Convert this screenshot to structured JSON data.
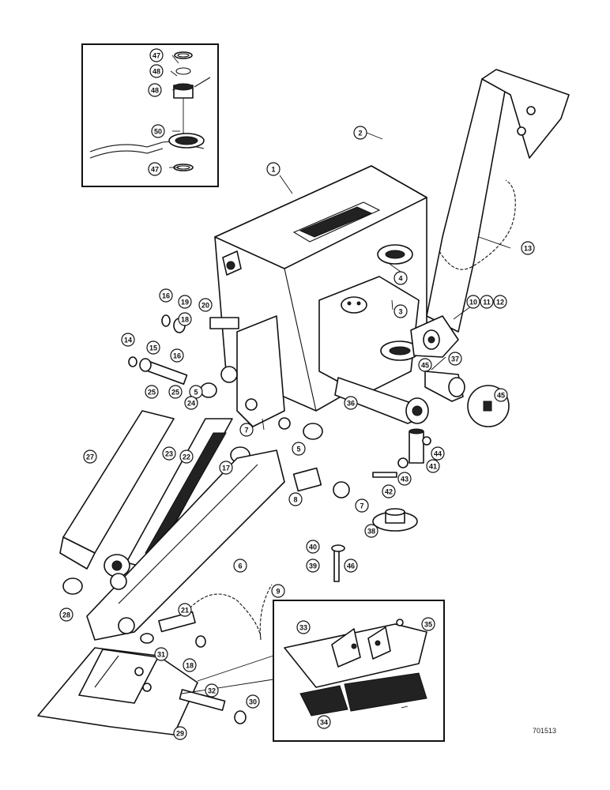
{
  "figure_code": "701513",
  "callouts": [
    {
      "id": "c1",
      "label": "1"
    },
    {
      "id": "c2",
      "label": "2"
    },
    {
      "id": "c3",
      "label": "3"
    },
    {
      "id": "c4",
      "label": "4"
    },
    {
      "id": "c5a",
      "label": "5"
    },
    {
      "id": "c5b",
      "label": "5"
    },
    {
      "id": "c6",
      "label": "6"
    },
    {
      "id": "c7a",
      "label": "7"
    },
    {
      "id": "c7b",
      "label": "7"
    },
    {
      "id": "c8",
      "label": "8"
    },
    {
      "id": "c9",
      "label": "9"
    },
    {
      "id": "c10",
      "label": "10"
    },
    {
      "id": "c11",
      "label": "11"
    },
    {
      "id": "c12",
      "label": "12"
    },
    {
      "id": "c13",
      "label": "13"
    },
    {
      "id": "c14",
      "label": "14"
    },
    {
      "id": "c15",
      "label": "15"
    },
    {
      "id": "c16a",
      "label": "16"
    },
    {
      "id": "c16b",
      "label": "16"
    },
    {
      "id": "c17",
      "label": "17"
    },
    {
      "id": "c18a",
      "label": "18"
    },
    {
      "id": "c18b",
      "label": "18"
    },
    {
      "id": "c19",
      "label": "19"
    },
    {
      "id": "c20",
      "label": "20"
    },
    {
      "id": "c21",
      "label": "21"
    },
    {
      "id": "c22",
      "label": "22"
    },
    {
      "id": "c23",
      "label": "23"
    },
    {
      "id": "c24",
      "label": "24"
    },
    {
      "id": "c25a",
      "label": "25"
    },
    {
      "id": "c25b",
      "label": "25"
    },
    {
      "id": "c27",
      "label": "27"
    },
    {
      "id": "c28",
      "label": "28"
    },
    {
      "id": "c29",
      "label": "29"
    },
    {
      "id": "c30",
      "label": "30"
    },
    {
      "id": "c31",
      "label": "31"
    },
    {
      "id": "c32",
      "label": "32"
    },
    {
      "id": "c33",
      "label": "33"
    },
    {
      "id": "c34",
      "label": "34"
    },
    {
      "id": "c35",
      "label": "35"
    },
    {
      "id": "c36",
      "label": "36"
    },
    {
      "id": "c37",
      "label": "37"
    },
    {
      "id": "c38",
      "label": "38"
    },
    {
      "id": "c39",
      "label": "39"
    },
    {
      "id": "c40",
      "label": "40"
    },
    {
      "id": "c41",
      "label": "41"
    },
    {
      "id": "c42",
      "label": "42"
    },
    {
      "id": "c43",
      "label": "43"
    },
    {
      "id": "c44",
      "label": "44"
    },
    {
      "id": "c45a",
      "label": "45"
    },
    {
      "id": "c45b",
      "label": "45"
    },
    {
      "id": "c46",
      "label": "46"
    },
    {
      "id": "c47a",
      "label": "47"
    },
    {
      "id": "c47b",
      "label": "47"
    },
    {
      "id": "c48a",
      "label": "48"
    },
    {
      "id": "c48b",
      "label": "48"
    },
    {
      "id": "c50",
      "label": "50"
    }
  ]
}
